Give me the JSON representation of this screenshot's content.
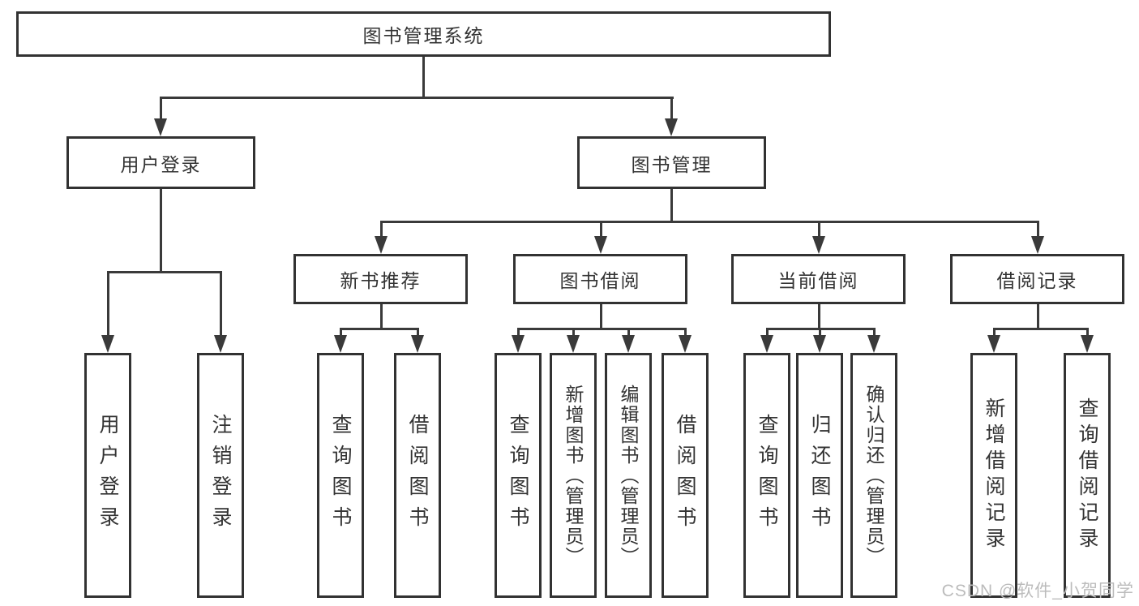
{
  "diagram": {
    "root": {
      "label": "图书管理系统"
    },
    "branches": {
      "user_login": {
        "label": "用户登录",
        "children": [
          "用户登录",
          "注销登录"
        ]
      },
      "book_mgmt": {
        "label": "图书管理",
        "sections": [
          {
            "label": "新书推荐",
            "children": [
              "查询图书",
              "借阅图书"
            ]
          },
          {
            "label": "图书借阅",
            "children": [
              "查询图书",
              "新增图书（管理员）",
              "编辑图书（管理员）",
              "借阅图书"
            ]
          },
          {
            "label": "当前借阅",
            "children": [
              "查询图书",
              "归还图书",
              "确认归还（管理员）"
            ]
          },
          {
            "label": "借阅记录",
            "children": [
              "新增借阅记录",
              "查询借阅记录"
            ]
          }
        ]
      }
    },
    "watermark": "CSDN @软件_小贺同学",
    "colors": {
      "line": "#3a3a3a",
      "box_border": "#323232",
      "box_fill": "#ffffff",
      "text": "#333333",
      "watermark_text": "#bcbcbc",
      "background": "#ffffff"
    }
  }
}
